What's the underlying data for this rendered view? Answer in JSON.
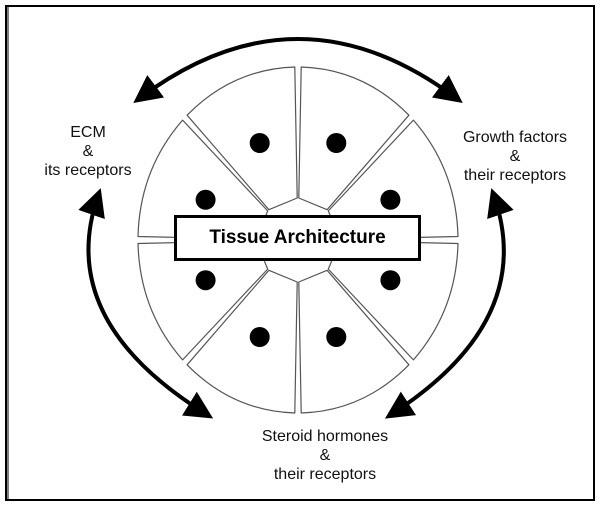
{
  "diagram": {
    "title": "Tissue Architecture",
    "labels": {
      "ecm": [
        "ECM",
        "&",
        "its receptors"
      ],
      "growth_factors": [
        "Growth factors",
        "&",
        "their receptors"
      ],
      "steroid_hormones": [
        "Steroid hormones",
        "&",
        "their receptors"
      ]
    },
    "cell_count": 8,
    "arrow_count": 3,
    "colors": {
      "stroke": "#000000",
      "cell_outline": "#555555",
      "background": "#ffffff"
    }
  }
}
